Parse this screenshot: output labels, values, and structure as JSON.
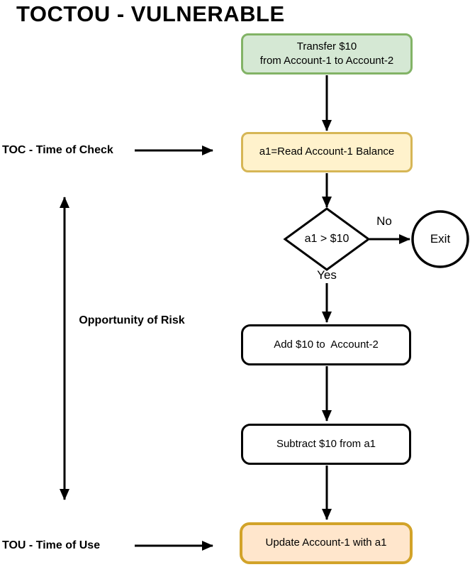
{
  "title": "TOCTOU - VULNERABLE",
  "flow": {
    "start": {
      "line1": "Transfer $10",
      "line2": "from Account-1 to Account-2"
    },
    "read_balance": {
      "label": "a1=Read Account-1 Balance"
    },
    "decision": {
      "label": "a1 > $10",
      "yes_label": "Yes",
      "no_label": "No"
    },
    "exit": {
      "label": "Exit"
    },
    "add": {
      "label": "Add $10 to  Account-2"
    },
    "subtract": {
      "label": "Subtract $10 from a1"
    },
    "update": {
      "label": "Update Account-1 with a1"
    }
  },
  "annotations": {
    "toc": "TOC - Time of Check",
    "tou": "TOU - Time of Use",
    "risk": "Opportunity of Risk"
  },
  "colors": {
    "start_fill": "#d5e8d4",
    "start_stroke": "#82b366",
    "check_fill": "#fff2cc",
    "check_stroke": "#d6b656",
    "use_fill": "#ffe6cc",
    "use_stroke": "#d2a329",
    "plain_fill": "#ffffff",
    "edge_stroke": "#000000"
  }
}
